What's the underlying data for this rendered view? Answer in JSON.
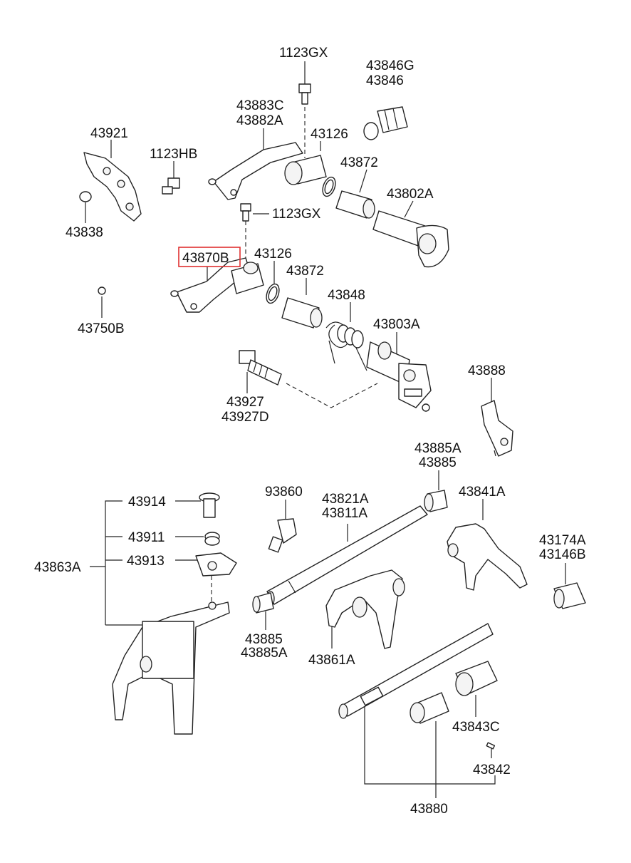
{
  "highlight_color": "#e03030",
  "labels": {
    "p1123GX_a": "1123GX",
    "p43846G": "43846G",
    "p43846": "43846",
    "p43883C": "43883C",
    "p43882A": "43882A",
    "p43921": "43921",
    "p1123HB": "1123HB",
    "p43126_a": "43126",
    "p43872_a": "43872",
    "p43802A": "43802A",
    "p1123GX_b": "1123GX",
    "p43838": "43838",
    "p43870B": "43870B",
    "p43126_b": "43126",
    "p43872_b": "43872",
    "p43750B": "43750B",
    "p43848": "43848",
    "p43803A": "43803A",
    "p43888": "43888",
    "p43927": "43927",
    "p43927D": "43927D",
    "p43885A_a": "43885A",
    "p43885_a": "43885",
    "p93860": "93860",
    "p43821A": "43821A",
    "p43811A": "43811A",
    "p43841A": "43841A",
    "p43914": "43914",
    "p43911": "43911",
    "p43913": "43913",
    "p43863A": "43863A",
    "p43174A": "43174A",
    "p43146B": "43146B",
    "p43885_b": "43885",
    "p43885A_b": "43885A",
    "p43861A": "43861A",
    "p43843C": "43843C",
    "p43842": "43842",
    "p43880": "43880"
  }
}
